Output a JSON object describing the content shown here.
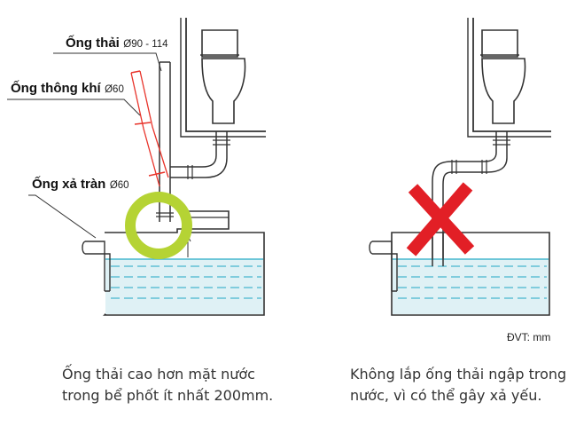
{
  "labels": {
    "waste_pipe": {
      "name": "Ống thải",
      "dim": "Ø90 - 114"
    },
    "vent_pipe": {
      "name": "Ống thông khí",
      "dim": "Ø60"
    },
    "overflow_pipe": {
      "name": "Ống xả tràn",
      "dim": "Ø60"
    }
  },
  "unit_note": "ĐVT: mm",
  "captions": {
    "correct": [
      "Ống thải cao hơn mặt nước",
      "trong bể phốt ít nhất 200mm."
    ],
    "wrong": [
      "Không lắp ống thải ngập trong",
      "nước, vì có thể gây xả yếu."
    ]
  },
  "colors": {
    "line": "#333333",
    "water_fill": "#dff1f5",
    "water_line": "#47b7cf",
    "highlight_ring": "#b5d334",
    "cross": "#e21f26",
    "vent": "#e8332a"
  }
}
